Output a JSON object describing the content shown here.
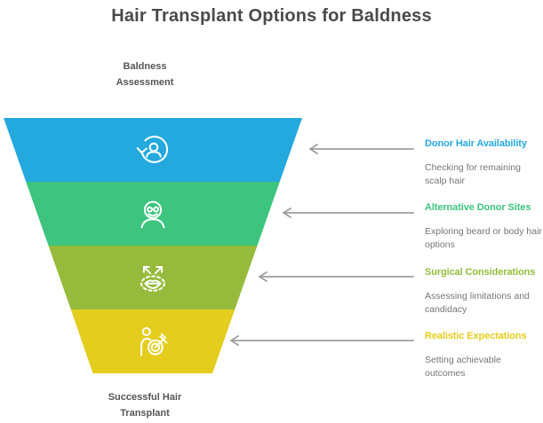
{
  "title": {
    "text": "Hair Transplant Options for Baldness"
  },
  "funnel": {
    "entry_label": "Baldness\nAssessment",
    "exit_label": "Successful Hair\nTransplant",
    "stages": [
      {
        "name": "Donor Hair Availability",
        "description": "Checking for remaining scalp hair",
        "color": "#24A9DE",
        "icon": "person-refresh-icon"
      },
      {
        "name": "Alternative Donor Sites",
        "description": "Exploring beard or body hair options",
        "color": "#3DC47E",
        "icon": "bearded-man-icon"
      },
      {
        "name": "Surgical Considerations",
        "description": "Assessing limitations and candidacy",
        "color": "#96BB3C",
        "icon": "lips-arrows-icon"
      },
      {
        "name": "Realistic Expectations",
        "description": "Setting achievable outcomes",
        "color": "#E4CD1D",
        "icon": "person-target-icon"
      }
    ]
  },
  "style": {
    "background": "#ffffff",
    "title_color": "#4a4a4a",
    "caption_color": "#555555",
    "description_color": "#757575",
    "arrow_color": "#9e9e9e"
  }
}
